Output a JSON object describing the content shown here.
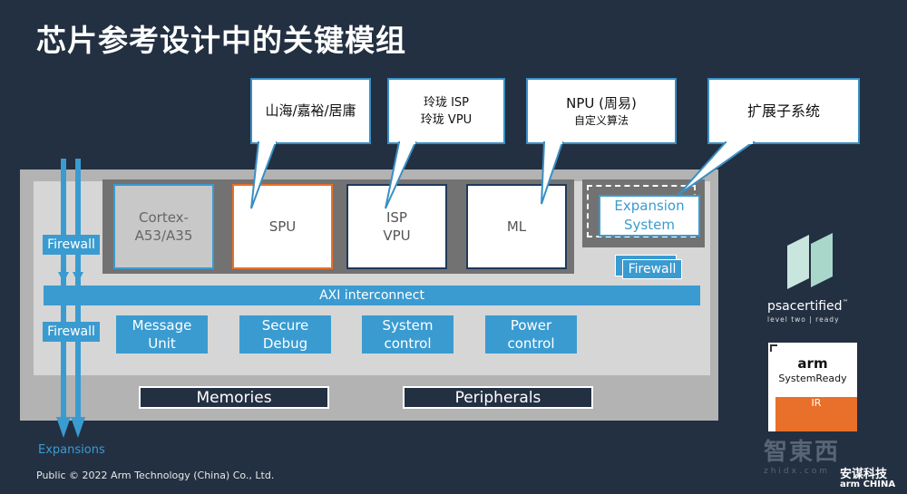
{
  "title": "芯片参考设计中的关键模组",
  "callouts": {
    "spu": {
      "line1": "山海/嘉裕/居庸"
    },
    "isp": {
      "line1": "玲珑 ISP",
      "line2": "玲珑 VPU"
    },
    "npu": {
      "line1": "NPU (周易)",
      "line2": "自定义算法"
    },
    "subsystem": {
      "line1": "扩展子系统"
    }
  },
  "diagram": {
    "cortex": {
      "line1": "Cortex-",
      "line2": "A53/A35"
    },
    "spu": "SPU",
    "isp": {
      "line1": "ISP",
      "line2": "VPU"
    },
    "ml": "ML",
    "expansion": {
      "line1": "Expansion",
      "line2": "System"
    },
    "firewall_top": "Firewall",
    "firewall_bottom": "Firewall",
    "firewall_expansion": "Firewall",
    "axi": "AXI interconnect",
    "message_unit": {
      "line1": "Message",
      "line2": "Unit"
    },
    "secure_debug": {
      "line1": "Secure",
      "line2": "Debug"
    },
    "system_control": {
      "line1": "System",
      "line2": "control"
    },
    "power_control": {
      "line1": "Power",
      "line2": "control"
    },
    "memories": "Memories",
    "peripherals": "Peripherals",
    "expansions": "Expansions"
  },
  "badges": {
    "psa": {
      "name": "psacertified",
      "tm": "™",
      "tagline": "level two | ready"
    },
    "arm": {
      "brand": "arm",
      "product": "SystemReady",
      "level": "IR"
    }
  },
  "watermark": {
    "zhidx": "智東西",
    "zhidx_sub": "zhidx.com",
    "ankexin": "安谋科技",
    "armchina": "arm CHINA"
  },
  "footer": "Public © 2022 Arm Technology (China) Co., Ltd.",
  "colors": {
    "background": "#233042",
    "accent_blue": "#3a9bd1",
    "orange": "#e8702a",
    "mint": "#c9e6de"
  }
}
